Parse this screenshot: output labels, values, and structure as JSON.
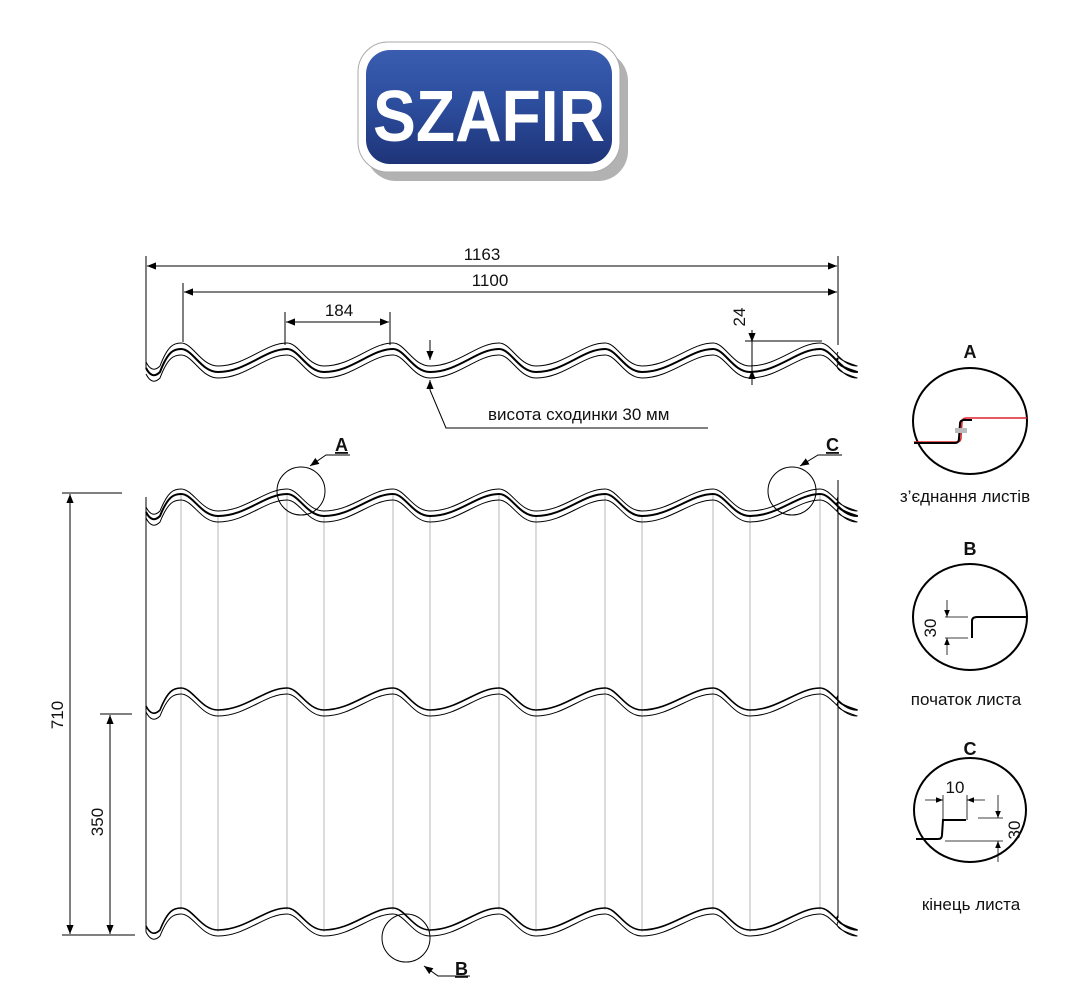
{
  "logo": {
    "text": "SZAFIR",
    "color": "#2a4a9a"
  },
  "profile": {
    "total_width": "1163",
    "useful_width": "1100",
    "wave_pitch": "184",
    "wave_height": "24",
    "step_note": "висота сходинки 30 мм"
  },
  "front": {
    "sheet_length": "710",
    "step_length": "350",
    "callout_a": "A",
    "callout_b": "B",
    "callout_c": "C"
  },
  "details": [
    {
      "letter": "A",
      "caption": "з’єднання листів",
      "accent": "#e0202a"
    },
    {
      "letter": "B",
      "caption": "початок листа",
      "dim": "30"
    },
    {
      "letter": "C",
      "caption": "кінець листа",
      "dim_w": "10",
      "dim_h": "30"
    }
  ]
}
